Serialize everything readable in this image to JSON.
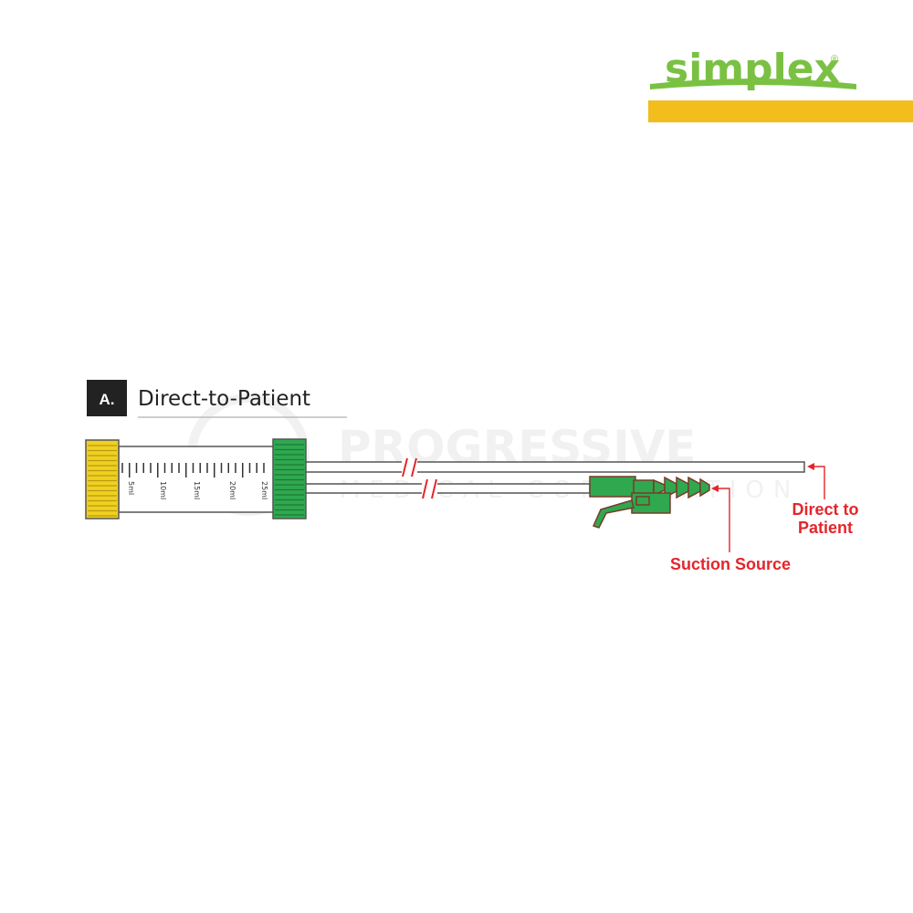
{
  "brand": {
    "name": "simplex",
    "registered_mark": "®",
    "green": "#7ac143",
    "yellow": "#f2bd1d"
  },
  "section": {
    "marker": "A.",
    "title": "Direct-to-Patient"
  },
  "watermark": {
    "line1": "PROGRESSIVE",
    "line2": "MEDICAL CORPORATION"
  },
  "syringe": {
    "scale_labels": [
      "5ml",
      "10ml",
      "15ml",
      "20ml",
      "25ml"
    ],
    "plunger_color": "#f0d020",
    "hub_color": "#2fa84f"
  },
  "labels": {
    "direct_line1": "Direct to",
    "direct_line2": "Patient",
    "suction": "Suction Source",
    "red": "#e3262b"
  },
  "icons": {
    "connector": "suction-connector-icon",
    "break_marks": "tube-break-icon",
    "arrow": "pointer-arrow-icon"
  }
}
